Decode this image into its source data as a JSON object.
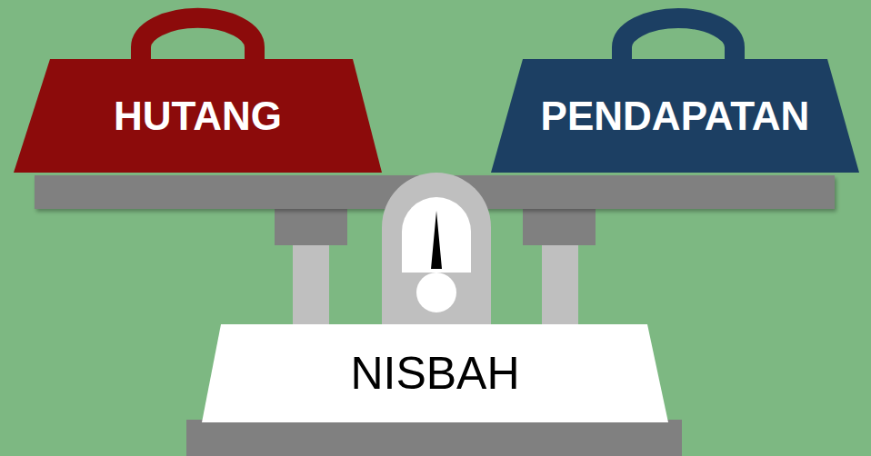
{
  "diagram": {
    "nodes": [
      {
        "text": [
          "HUTANG"
        ]
      },
      {
        "text": [
          "PENDAPATAN"
        ]
      },
      {
        "text": [
          "NISBAH"
        ]
      }
    ]
  }
}
